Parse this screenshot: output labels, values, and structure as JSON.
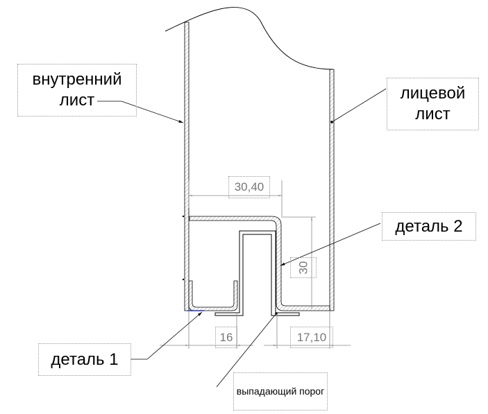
{
  "labels": {
    "inner_sheet": "внутренний лист",
    "face_sheet": "лицевой лист",
    "detail_2": "деталь 2",
    "detail_1": "деталь 1",
    "threshold": "выпадающий порог"
  },
  "dimensions": {
    "top_width": "30,40",
    "height": "30",
    "bottom_left": "16",
    "bottom_right": "17,10"
  },
  "colors": {
    "line": "#000000",
    "dimension": "#777777",
    "hatch": "#999999"
  }
}
